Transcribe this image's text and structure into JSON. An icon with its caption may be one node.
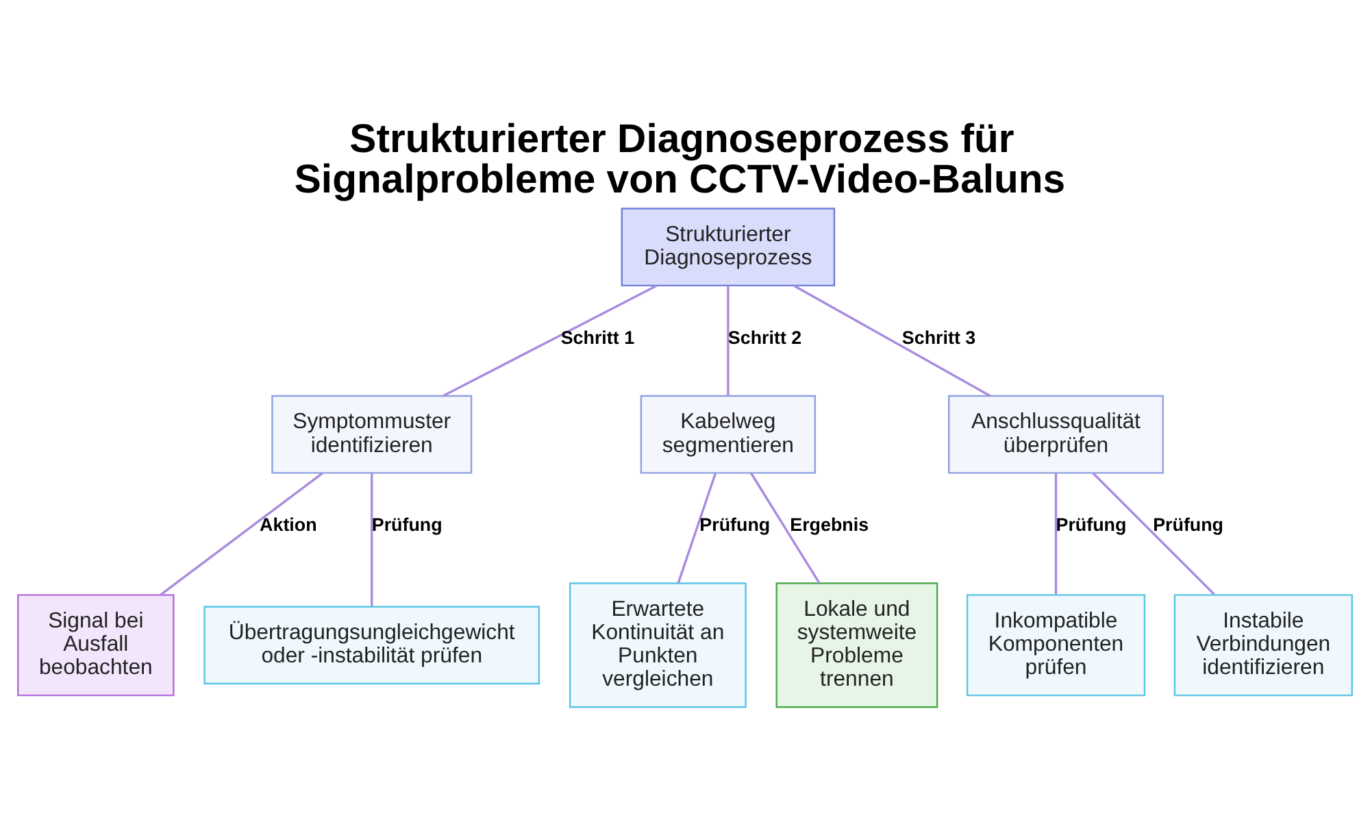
{
  "diagram": {
    "title": "Strukturierter Diagnoseprozess für Signalprobleme von CCTV-Video-Baluns",
    "nodes": [
      {
        "text": [
          "Strukturierter Diagnoseprozess"
        ]
      },
      {
        "text": [
          "Symptommuster identifizieren"
        ]
      },
      {
        "text": [
          "Kabelweg segmentieren"
        ]
      },
      {
        "text": [
          "Anschlussqualität überprüfen"
        ]
      },
      {
        "text": [
          "Signal bei Ausfall beobachten"
        ]
      },
      {
        "text": [
          "Übertragungsungleichgewicht oder -instabilität prüfen"
        ]
      },
      {
        "text": [
          "Erwartete Kontinuität an Punkten vergleichen"
        ]
      },
      {
        "text": [
          "Lokale und systemweite Probleme trennen"
        ]
      },
      {
        "text": [
          "Inkompatible Komponenten prüfen"
        ]
      },
      {
        "text": [
          "Instabile Verbindungen identifizieren"
        ]
      }
    ],
    "edges": [
      {
        "from": 0,
        "to": 1,
        "arrow": "none",
        "label": "Schritt 1"
      },
      {
        "from": 0,
        "to": 2,
        "arrow": "none",
        "label": "Schritt 2"
      },
      {
        "from": 0,
        "to": 3,
        "arrow": "none",
        "label": "Schritt 3"
      },
      {
        "from": 1,
        "to": 4,
        "arrow": "none",
        "label": "Aktion"
      },
      {
        "from": 1,
        "to": 5,
        "arrow": "none",
        "label": "Prüfung"
      },
      {
        "from": 2,
        "to": 6,
        "arrow": "none",
        "label": "Prüfung"
      },
      {
        "from": 2,
        "to": 7,
        "arrow": "none",
        "label": "Ergebnis"
      },
      {
        "from": 3,
        "to": 8,
        "arrow": "none",
        "label": "Prüfung"
      },
      {
        "from": 3,
        "to": 9,
        "arrow": "none",
        "label": "Prüfung"
      }
    ]
  }
}
